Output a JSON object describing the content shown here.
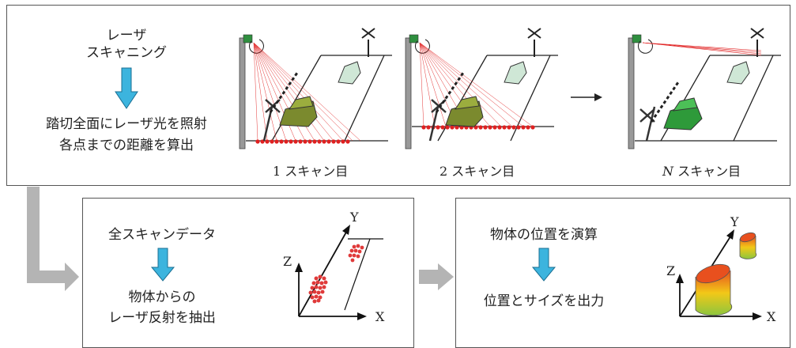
{
  "top": {
    "heading_line1": "レーザ",
    "heading_line2": "スキャニング",
    "desc_line1": "踏切全面にレーザ光を照射",
    "desc_line2": "各点までの距離を算出",
    "scan_captions": [
      {
        "prefix": "1",
        "text": " スキャン目"
      },
      {
        "prefix": "2",
        "text": " スキャン目"
      },
      {
        "prefix": "N",
        "text": " スキャン目"
      }
    ]
  },
  "extract": {
    "line1": "全スキャンデータ",
    "line2": "物体からの",
    "line3": "レーザ反射を抽出",
    "axis_x": "X",
    "axis_y": "Y",
    "axis_z": "Z"
  },
  "compute": {
    "line1": "物体の位置を演算",
    "line2": "位置とサイズを出力",
    "axis_x": "X",
    "axis_y": "Y",
    "axis_z": "Z"
  },
  "colors": {
    "flow_arrow": "#3cb4de",
    "connector_arrow": "#b4b4b4",
    "laser": "#e02020",
    "car_olive": "#7b8a2e",
    "car_green": "#2e9a3a"
  }
}
